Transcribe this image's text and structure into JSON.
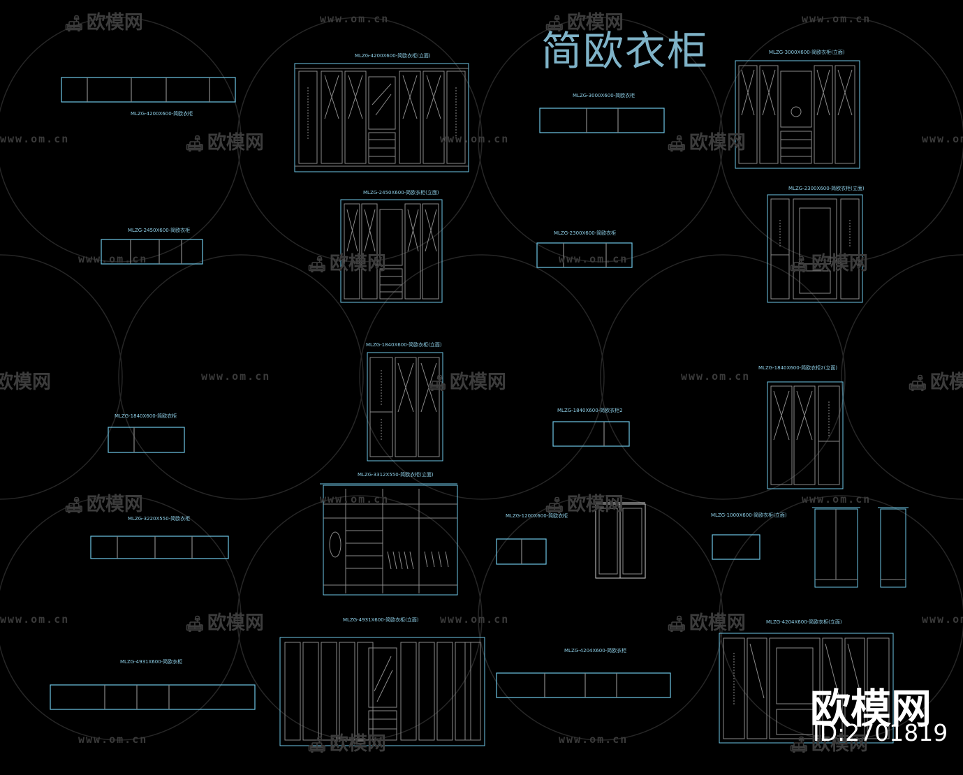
{
  "title": "简欧衣柜",
  "labels": {
    "l_4200_plan": "MLZG-4200X600-简欧衣柜",
    "l_4200_elev": "MLZG-4200X600-简欧衣柜(立面)",
    "l_3000_plan": "MLZG-3000X600-简欧衣柜",
    "l_3000_elev": "MLZG-3000X600-简欧衣柜(立面)",
    "l_2450_plan": "MLZG-2450X600-简欧衣柜",
    "l_2450_elev": "MLZG-2450X600-简欧衣柜(立面)",
    "l_2300_plan": "MLZG-2300X600-简欧衣柜",
    "l_2300_elev": "MLZG-2300X600-简欧衣柜(立面)",
    "l_1840_plan": "MLZG-1840X600-简欧衣柜",
    "l_1840_elev": "MLZG-1840X600-简欧衣柜(立面)",
    "l_1840_2_plan": "MLZG-1840X600-简欧衣柜2",
    "l_1840_2_elev": "MLZG-1840X600-简欧衣柜2(立面)",
    "l_3220_plan": "MLZG-3220X550-简欧衣柜",
    "l_3312_elev": "MLZG-3312X550-简欧衣柜(立面)",
    "l_1200_plan": "MLZG-1200X600-简欧衣柜",
    "l_1000_plan": "MLZG-1000X600-简欧衣柜(立面)",
    "l_4931_plan": "MLZG-4931X600-简欧衣柜",
    "l_4931_elev": "MLZG-4931X600-简欧衣柜(立面)",
    "l_4204_plan": "MLZG-4204X600-简欧衣柜",
    "l_4204_elev": "MLZG-4204X600-简欧衣柜(立面)"
  },
  "watermark": {
    "url": "www.om.cn",
    "logo": "欧模网",
    "sofa_icon": "sofa-icon"
  },
  "brand": {
    "name": "欧模网",
    "id": "ID:2701819"
  },
  "colors": {
    "background": "#000000",
    "line": "#6ec6e6",
    "inner_line": "#9a9a9a",
    "watermark": "#3a3a3a",
    "title": "#7fb3c8"
  }
}
